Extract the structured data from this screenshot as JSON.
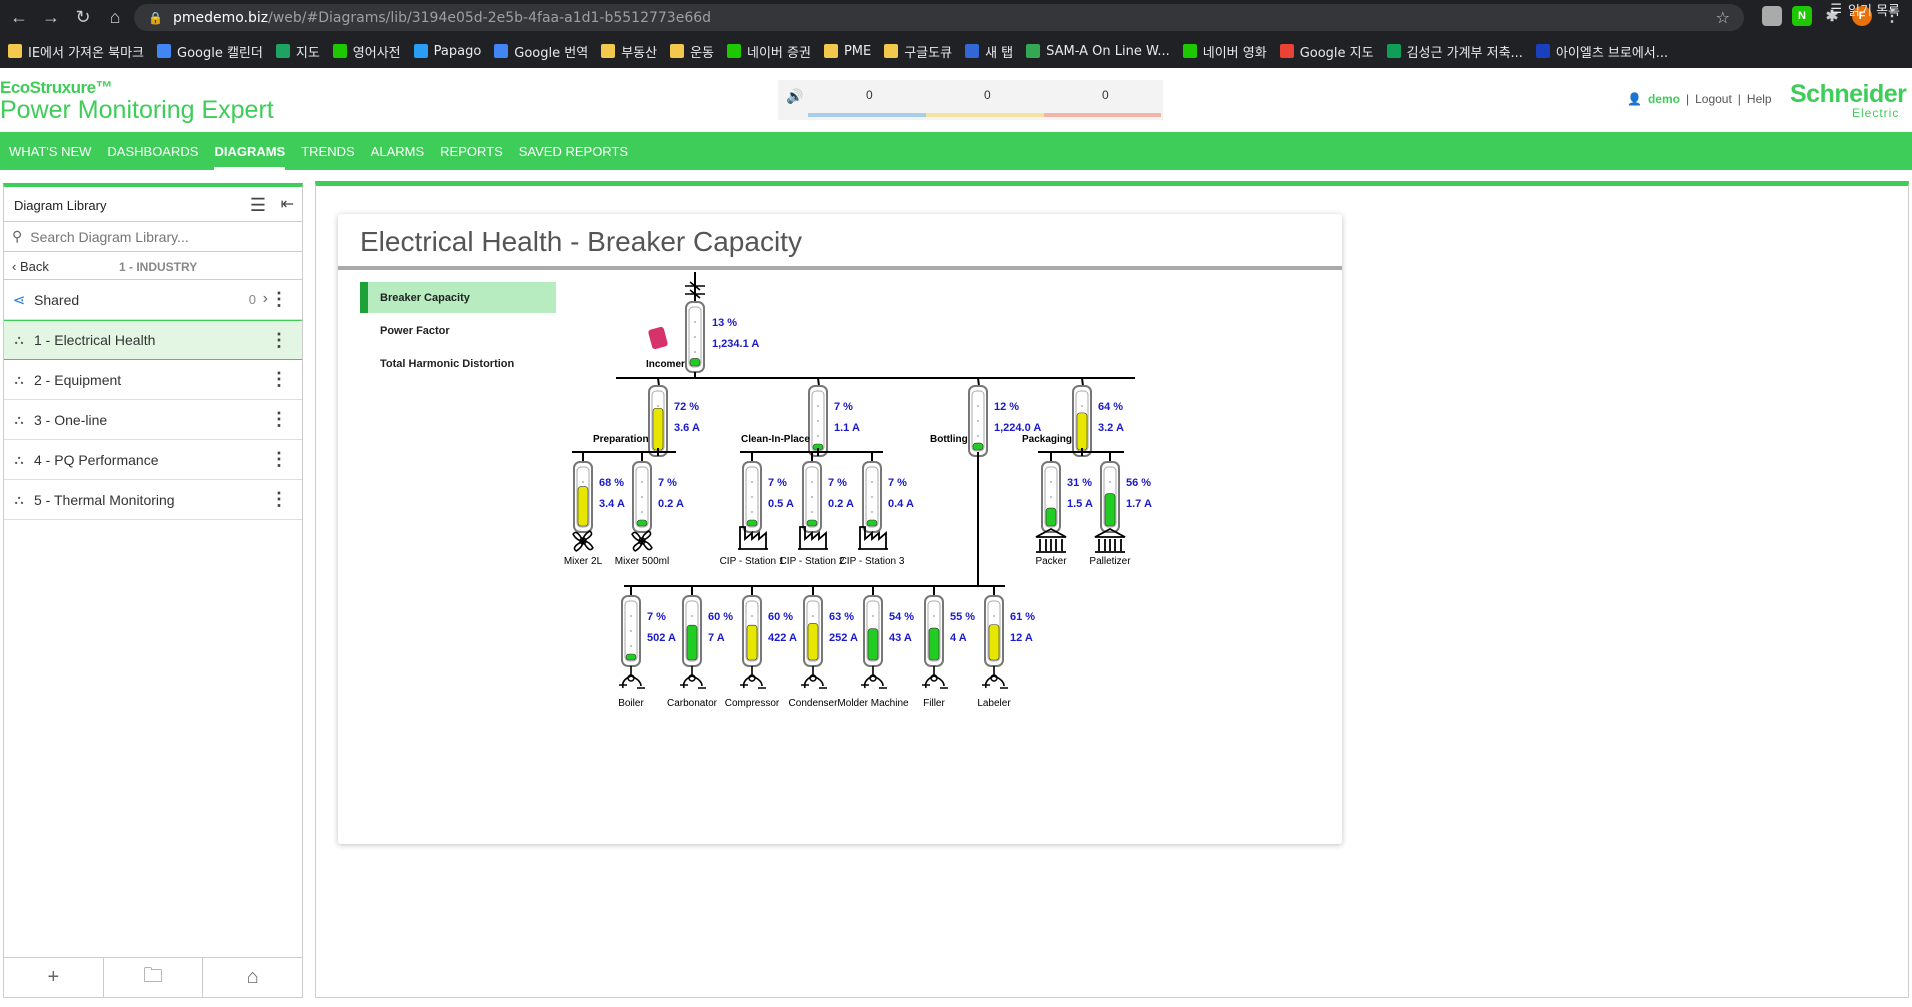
{
  "browser": {
    "url_host": "pmedemo.biz",
    "url_path": "/web/#Diagrams/lib/3194e05d-2e5b-4faa-a1d1-b5512773e66d",
    "bookmarks": [
      "IE에서 가져온 북마크",
      "Google 캘린더",
      "지도",
      "영어사전",
      "Papago",
      "Google 번역",
      "부동산",
      "운동",
      "네이버 증권",
      "PME",
      "구글도큐",
      "새 탭",
      "SAM-A On Line W...",
      "네이버 영화",
      "Google 지도",
      "김성근 가계부 저축...",
      "아이엘츠 브로에서..."
    ],
    "reading_list": "읽기 목록",
    "profile_initial": "F"
  },
  "header": {
    "brand_top": "EcoStruxure™",
    "brand_main": "Power Monitoring Expert",
    "alarms": [
      {
        "count": "0",
        "color": "#a8cdea"
      },
      {
        "count": "0",
        "color": "#f3e2a0"
      },
      {
        "count": "0",
        "color": "#f2b5a8"
      }
    ],
    "user": "demo",
    "logout": "Logout",
    "help": "Help",
    "logo_main": "Schneider",
    "logo_sub": "Electric"
  },
  "nav": {
    "items": [
      "WHAT'S NEW",
      "DASHBOARDS",
      "DIAGRAMS",
      "TRENDS",
      "ALARMS",
      "REPORTS",
      "SAVED REPORTS"
    ],
    "active": "DIAGRAMS"
  },
  "sidebar": {
    "title": "Diagram Library",
    "search_placeholder": "Search Diagram Library...",
    "back": "Back",
    "breadcrumb": "1 - INDUSTRY",
    "shared": {
      "label": "Shared",
      "count": "0"
    },
    "items": [
      {
        "label": "1 - Electrical Health"
      },
      {
        "label": "2 - Equipment"
      },
      {
        "label": "3 - One-line"
      },
      {
        "label": "4 - PQ Performance"
      },
      {
        "label": "5 - Thermal Monitoring"
      }
    ]
  },
  "page": {
    "title": "Electrical Health - Breaker Capacity",
    "tabs": [
      "Breaker Capacity",
      "Power Factor",
      "Total Harmonic Distortion"
    ],
    "active_tab": "Breaker Capacity"
  },
  "diagram": {
    "colors": {
      "green": "#22cc22",
      "yellow": "#e6e600",
      "value": "#1a1acc"
    },
    "incomer": {
      "label": "Incomer",
      "pct": "13 %",
      "amps": "1,234.1 A",
      "level": 0.13
    },
    "feeders": [
      {
        "id": "preparation",
        "label": "Preparation",
        "pct": "72 %",
        "amps": "3.6 A",
        "level": 0.72,
        "color": "yellow"
      },
      {
        "id": "cip",
        "label": "Clean-In-Place",
        "pct": "7 %",
        "amps": "1.1 A",
        "level": 0.07,
        "color": "green"
      },
      {
        "id": "bottling",
        "label": "Bottling",
        "pct": "12 %",
        "amps": "1,224.0 A",
        "level": 0.12,
        "color": "green"
      },
      {
        "id": "packaging",
        "label": "Packaging",
        "pct": "64 %",
        "amps": "3.2 A",
        "level": 0.64,
        "color": "yellow"
      }
    ],
    "loads_row1": [
      {
        "label": "Mixer 2L",
        "pct": "68 %",
        "amps": "3.4 A",
        "level": 0.68,
        "color": "yellow",
        "icon": "fan"
      },
      {
        "label": "Mixer 500ml",
        "pct": "7 %",
        "amps": "0.2 A",
        "level": 0.07,
        "color": "green",
        "icon": "fan"
      },
      {
        "label": "CIP - Station 1",
        "pct": "7 %",
        "amps": "0.5 A",
        "level": 0.07,
        "color": "green",
        "icon": "factory"
      },
      {
        "label": "CIP - Station 2",
        "pct": "7 %",
        "amps": "0.2 A",
        "level": 0.07,
        "color": "green",
        "icon": "factory"
      },
      {
        "label": "CIP - Station 3",
        "pct": "7 %",
        "amps": "0.4 A",
        "level": 0.07,
        "color": "green",
        "icon": "factory"
      },
      {
        "label": "Packer",
        "pct": "31 %",
        "amps": "1.5 A",
        "level": 0.31,
        "color": "green",
        "icon": "building"
      },
      {
        "label": "Palletizer",
        "pct": "56 %",
        "amps": "1.7 A",
        "level": 0.56,
        "color": "green",
        "icon": "building"
      }
    ],
    "loads_row2": [
      {
        "label": "Boiler",
        "pct": "7 %",
        "amps": "502 A",
        "level": 0.07,
        "color": "green"
      },
      {
        "label": "Carbonator",
        "pct": "60 %",
        "amps": "7 A",
        "level": 0.6,
        "color": "green"
      },
      {
        "label": "Compressor",
        "pct": "60 %",
        "amps": "422 A",
        "level": 0.6,
        "color": "yellow"
      },
      {
        "label": "Condenser",
        "pct": "63 %",
        "amps": "252 A",
        "level": 0.63,
        "color": "yellow"
      },
      {
        "label": "Molder Machine",
        "pct": "54 %",
        "amps": "43 A",
        "level": 0.54,
        "color": "green"
      },
      {
        "label": "Filler",
        "pct": "55 %",
        "amps": "4 A",
        "level": 0.55,
        "color": "green"
      },
      {
        "label": "Labeler",
        "pct": "61 %",
        "amps": "12 A",
        "level": 0.61,
        "color": "yellow"
      }
    ]
  }
}
